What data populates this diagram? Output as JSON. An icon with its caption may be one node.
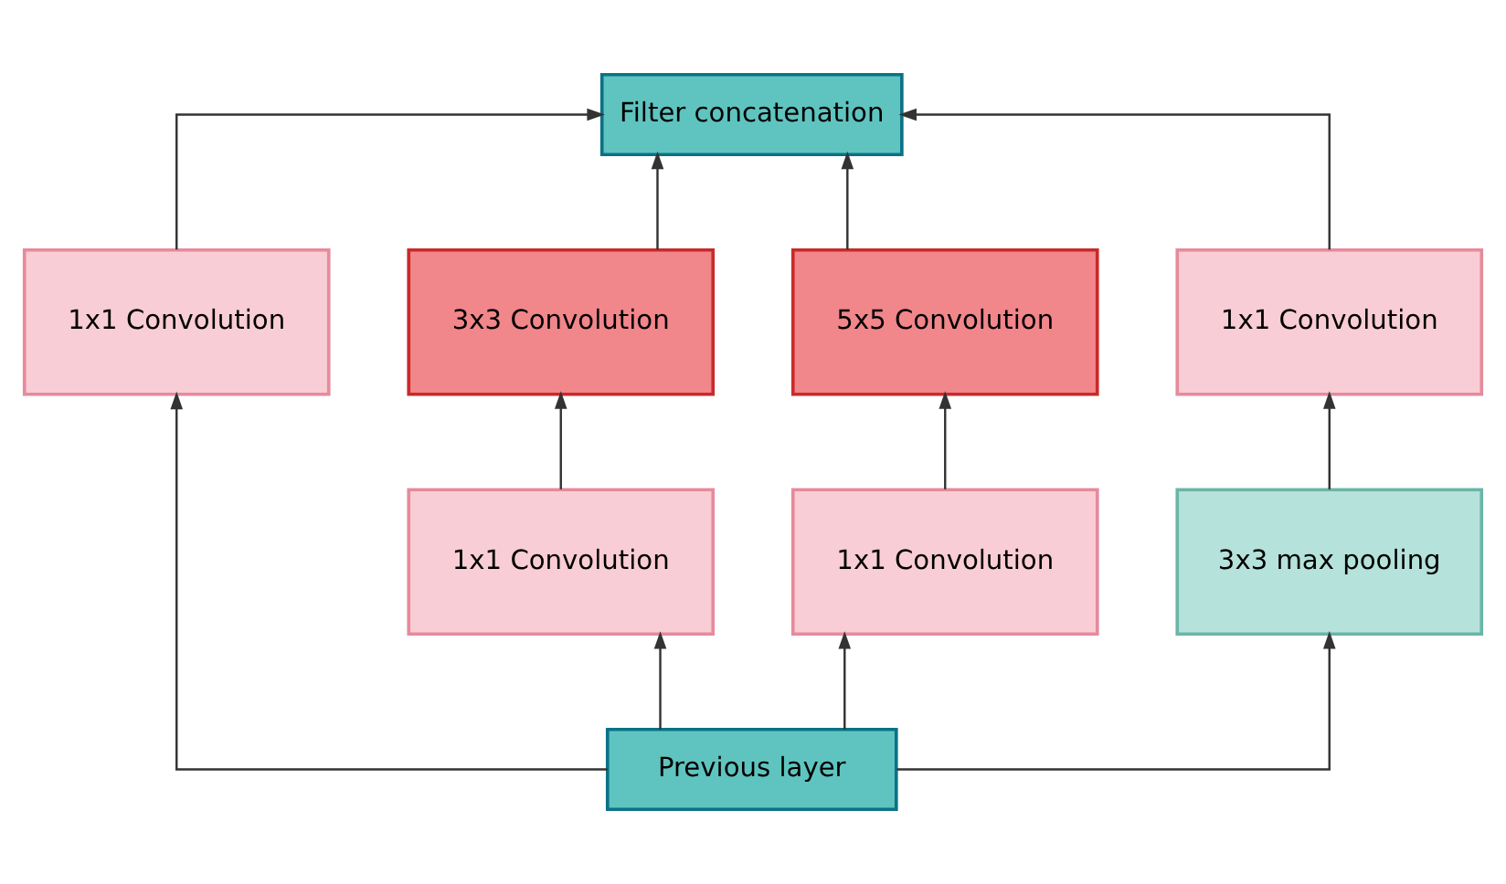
{
  "diagram": {
    "nodes": [
      {
        "text": [
          "Filter concatenation"
        ]
      },
      {
        "text": [
          "1x1 Convolution"
        ]
      },
      {
        "text": [
          "3x3 Convolution"
        ]
      },
      {
        "text": [
          "5x5 Convolution"
        ]
      },
      {
        "text": [
          "1x1 Convolution"
        ]
      },
      {
        "text": [
          "1x1 Convolution"
        ]
      },
      {
        "text": [
          "1x1 Convolution"
        ]
      },
      {
        "text": [
          "3x3 max pooling"
        ]
      },
      {
        "text": [
          "Previous layer"
        ]
      }
    ],
    "edges": [
      {
        "from": 8,
        "to": 1,
        "arrow": "to"
      },
      {
        "from": 8,
        "to": 5,
        "arrow": "to"
      },
      {
        "from": 8,
        "to": 6,
        "arrow": "to"
      },
      {
        "from": 8,
        "to": 7,
        "arrow": "to"
      },
      {
        "from": 5,
        "to": 2,
        "arrow": "to"
      },
      {
        "from": 6,
        "to": 3,
        "arrow": "to"
      },
      {
        "from": 7,
        "to": 4,
        "arrow": "to"
      },
      {
        "from": 1,
        "to": 0,
        "arrow": "to"
      },
      {
        "from": 2,
        "to": 0,
        "arrow": "to"
      },
      {
        "from": 3,
        "to": 0,
        "arrow": "to"
      },
      {
        "from": 4,
        "to": 0,
        "arrow": "to"
      }
    ]
  }
}
